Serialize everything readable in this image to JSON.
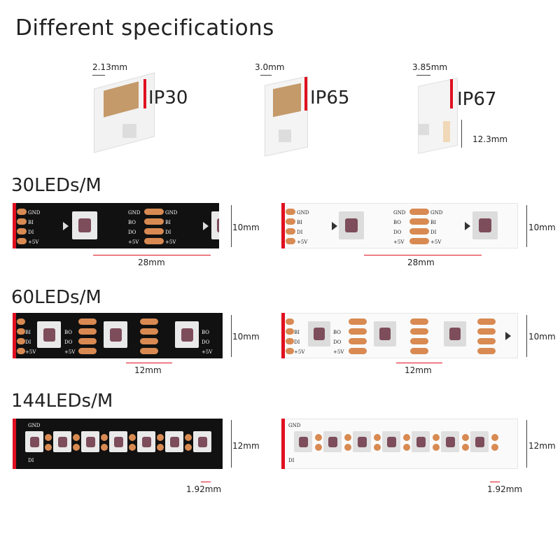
{
  "title": "Different specifications",
  "ip_grades": [
    {
      "label": "IP30",
      "thickness": "2.13mm"
    },
    {
      "label": "IP65",
      "thickness": "3.0mm"
    },
    {
      "label": "IP67",
      "thickness": "3.85mm",
      "width": "12.3mm"
    }
  ],
  "sections": [
    {
      "label": "30LEDs/M",
      "width": "10mm",
      "pitch": "28mm"
    },
    {
      "label": "60LEDs/M",
      "width": "10mm",
      "pitch": "12mm"
    },
    {
      "label": "144LEDs/M",
      "width": "12mm",
      "pitch": "1.92mm"
    }
  ],
  "pad_labels": {
    "gnd": "GND",
    "bi": "BI",
    "di": "DI",
    "bo": "BO",
    "do": "DO",
    "v5": "+5V"
  },
  "colors": {
    "red": "#e01020",
    "copper": "#d88a52",
    "black_strip": "#111111",
    "white_strip": "#fafafa"
  }
}
